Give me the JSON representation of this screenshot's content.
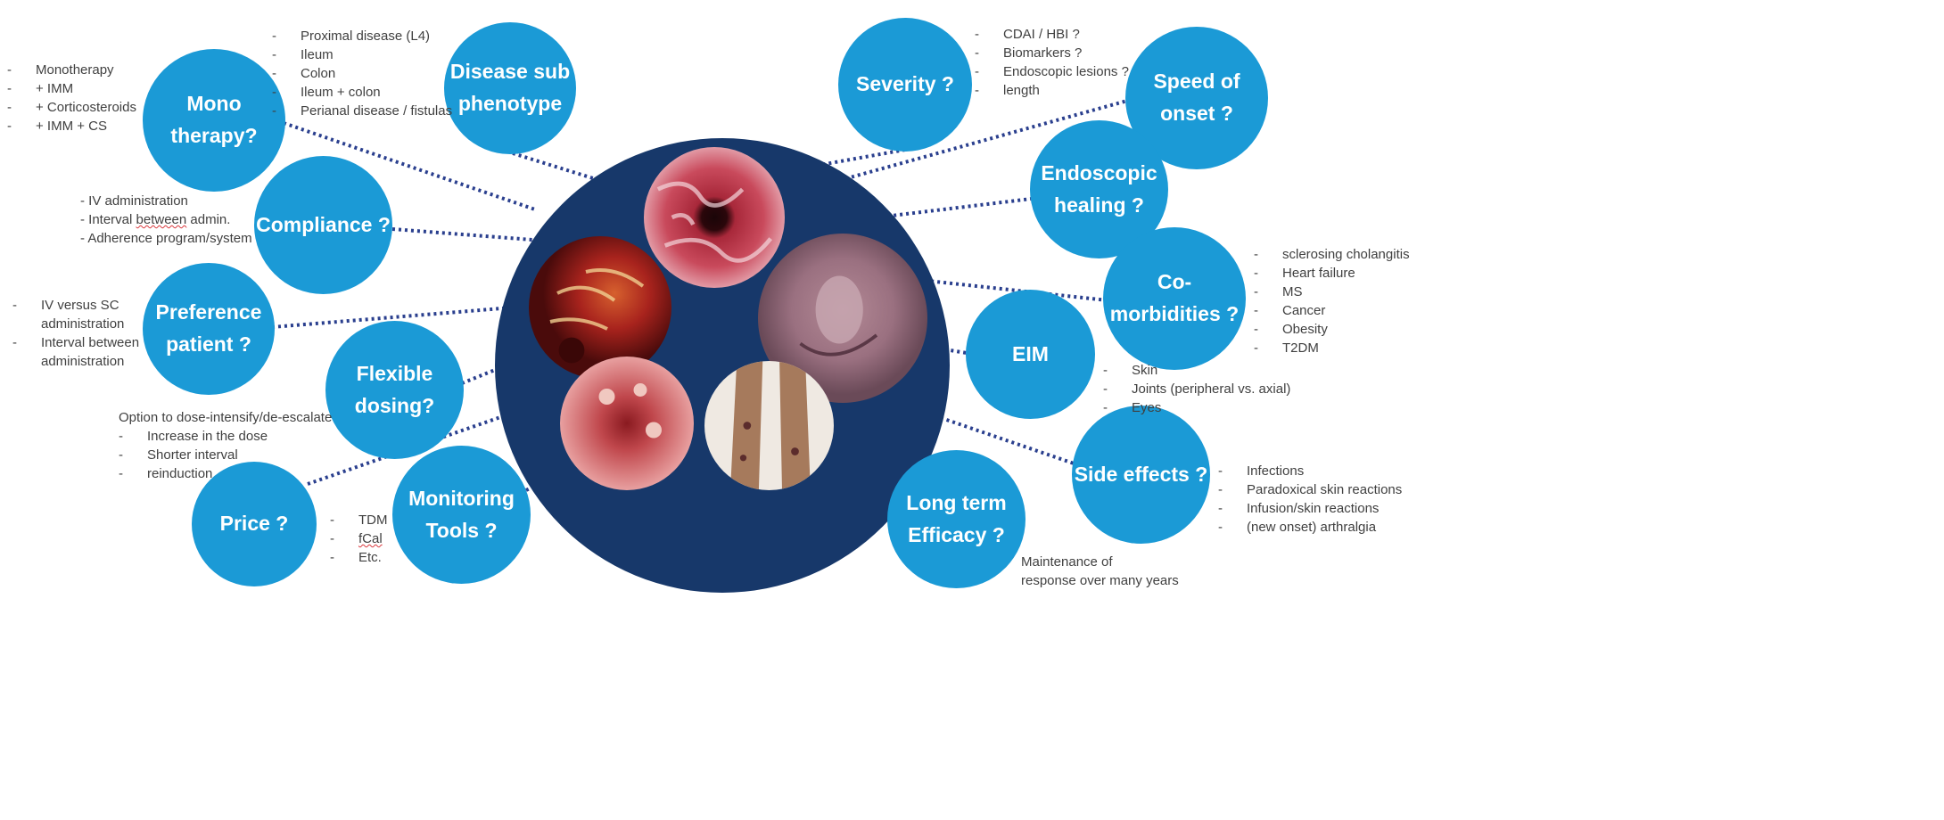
{
  "colors": {
    "bubble": "#1b9ad6",
    "center": "#17386a",
    "connector": "#2a3f8e"
  },
  "images": [
    {
      "name": "endoscopy-stricture-image"
    },
    {
      "name": "endoscopy-ulcerated-mucosa-image"
    },
    {
      "name": "perianal-disease-image"
    },
    {
      "name": "endoscopy-inflamed-colon-image"
    },
    {
      "name": "skin-lesions-legs-image"
    }
  ],
  "bubbles": {
    "mono_therapy": {
      "lines": [
        "Mono",
        "therapy?"
      ]
    },
    "disease_sub_phenotype": {
      "lines": [
        "Disease sub",
        "phenotype"
      ]
    },
    "severity": {
      "lines": [
        "Severity ?"
      ]
    },
    "speed_of_onset": {
      "lines": [
        "Speed of",
        "onset ?"
      ]
    },
    "endoscopic_healing": {
      "lines": [
        "Endoscopic",
        "healing ?"
      ]
    },
    "compliance": {
      "lines": [
        "Compliance ?"
      ]
    },
    "comorbidities": {
      "lines": [
        "Co-",
        "morbidities ?"
      ]
    },
    "preference_patient": {
      "lines": [
        "Preference",
        "patient ?"
      ]
    },
    "eim": {
      "lines": [
        "EIM"
      ]
    },
    "flexible_dosing": {
      "lines": [
        "Flexible",
        "dosing?"
      ]
    },
    "side_effects": {
      "lines": [
        "Side effects ?"
      ]
    },
    "price": {
      "lines": [
        "Price ?"
      ]
    },
    "monitoring_tools": {
      "lines": [
        "Monitoring",
        "Tools ?"
      ]
    },
    "long_term_efficacy": {
      "lines": [
        "Long term",
        "Efficacy ?"
      ]
    }
  },
  "notes": {
    "mono_therapy": {
      "items": [
        "Monotherapy",
        "+ IMM",
        "+ Corticosteroids",
        "+ IMM + CS"
      ]
    },
    "disease_sub_phenotype": {
      "items": [
        "Proximal disease (L4)",
        "Ileum",
        "Colon",
        "Ileum + colon",
        "Perianal disease / fistulas"
      ]
    },
    "severity": {
      "items": [
        "CDAI / HBI ?",
        "Biomarkers ?",
        "Endoscopic lesions ?",
        "length"
      ]
    },
    "compliance": {
      "items": [
        "- IV administration",
        "- Interval ",
        "between",
        " admin.",
        "- Adherence program/system"
      ]
    },
    "preference_patient": {
      "items": [
        "IV versus SC",
        "administration",
        "Interval between",
        "administration"
      ]
    },
    "comorbidities": {
      "items": [
        "sclerosing cholangitis",
        "Heart failure",
        "MS",
        "Cancer",
        "Obesity",
        "T2DM"
      ]
    },
    "eim": {
      "items": [
        "Skin",
        "Joints (peripheral vs. axial)",
        "Eyes"
      ]
    },
    "flexible_dosing": {
      "heading": "Option to dose-intensify/de-escalate",
      "items": [
        "Increase in the dose",
        "Shorter interval",
        "reinduction"
      ]
    },
    "side_effects": {
      "items": [
        "Infections",
        "Paradoxical skin reactions",
        "Infusion/skin reactions",
        "(new onset) arthralgia"
      ]
    },
    "monitoring_tools": {
      "items": [
        "TDM",
        "fCal",
        "Etc."
      ]
    },
    "long_term_efficacy": {
      "lines": [
        "Maintenance of",
        "response over many years"
      ]
    }
  }
}
